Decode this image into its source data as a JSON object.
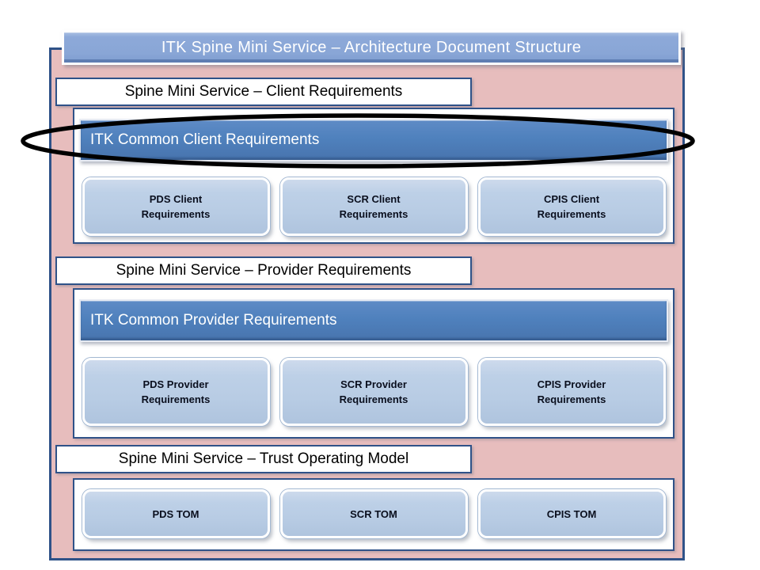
{
  "title_bar": {
    "text": "ITK Spine Mini Service – Architecture Document Structure"
  },
  "sections": [
    {
      "label": "Spine Mini Service – Client Requirements",
      "common_bar": "ITK Common Client Requirements",
      "boxes": [
        {
          "lines": [
            "PDS Client",
            "Requirements"
          ]
        },
        {
          "lines": [
            "SCR Client",
            "Requirements"
          ]
        },
        {
          "lines": [
            "CPIS Client",
            "Requirements"
          ]
        }
      ]
    },
    {
      "label": "Spine Mini Service – Provider Requirements",
      "common_bar": "ITK Common Provider Requirements",
      "boxes": [
        {
          "lines": [
            "PDS Provider",
            "Requirements"
          ]
        },
        {
          "lines": [
            "SCR Provider",
            "Requirements"
          ]
        },
        {
          "lines": [
            "CPIS Provider",
            "Requirements"
          ]
        }
      ]
    },
    {
      "label": "Spine Mini Service – Trust Operating Model",
      "boxes": [
        {
          "lines": [
            "PDS TOM"
          ]
        },
        {
          "lines": [
            "SCR TOM"
          ]
        },
        {
          "lines": [
            "CPIS TOM"
          ]
        }
      ]
    }
  ],
  "annotation": {
    "shape": "ellipse",
    "highlights": "ITK Common Client Requirements",
    "color": "#000000"
  },
  "colors": {
    "page_bg": "#FFFFFF",
    "panel_pink": "#E7BDBD",
    "panel_border_blue": "#2F5288",
    "common_bar_blue": "#4F81BD",
    "doc_box_blue": "#B8CCE4",
    "title_bar_blue": "#89A6D6",
    "title_text": "#FFFFFF",
    "box_text": "#0A0F1E",
    "label_text": "#000000"
  }
}
